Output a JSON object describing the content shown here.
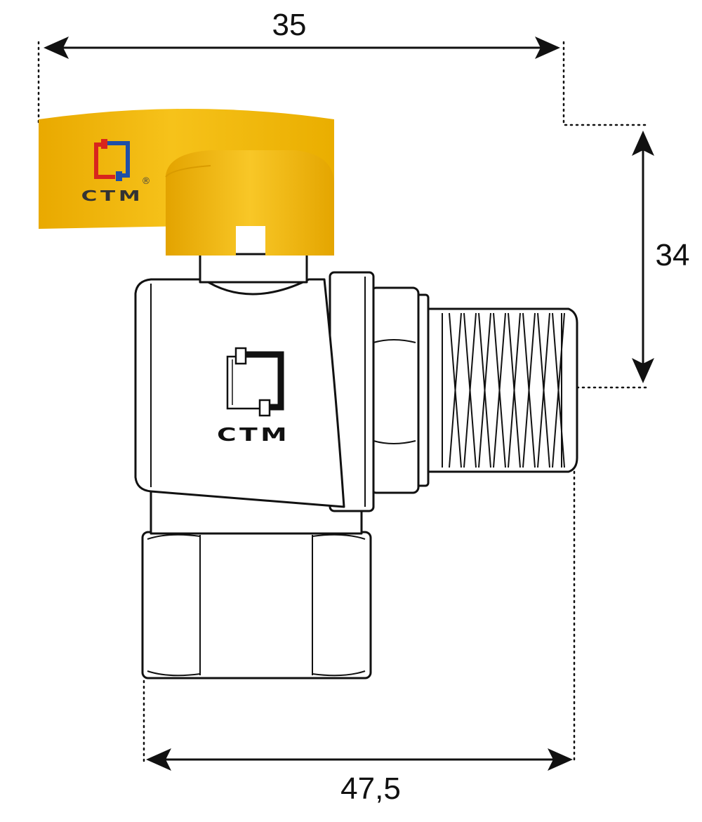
{
  "dimensions": {
    "top_width": "35",
    "thread_height": "34",
    "bottom_width": "47,5"
  },
  "handle": {
    "brand": "CTM",
    "registered_mark": "®"
  },
  "body": {
    "brand": "CTM"
  },
  "colors": {
    "handle_yellow": "#F2B705",
    "handle_shade": "#E0A400",
    "logo_red": "#D8251D",
    "logo_blue": "#1F4FA8",
    "outline": "#111111"
  }
}
